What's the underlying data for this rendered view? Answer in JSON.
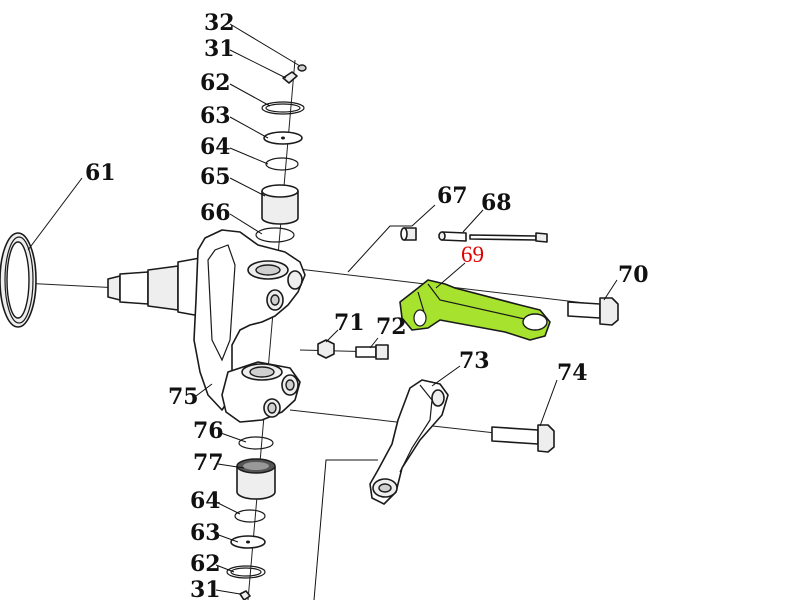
{
  "colors": {
    "highlight_fill": "#a6e22e",
    "highlight_label": "#e00000",
    "ink": "#111111"
  },
  "labels": {
    "l32": "32",
    "l31_top": "31",
    "l62_top": "62",
    "l63_top": "63",
    "l64_top": "64",
    "l65": "65",
    "l66": "66",
    "l61": "61",
    "l67": "67",
    "l68": "68",
    "l69": "69",
    "l70": "70",
    "l71": "71",
    "l72": "72",
    "l73": "73",
    "l74": "74",
    "l75": "75",
    "l76": "76",
    "l77": "77",
    "l64_bot": "64",
    "l63_bot": "63",
    "l62_bot": "62",
    "l31_bot": "31"
  },
  "highlighted_part": "69"
}
